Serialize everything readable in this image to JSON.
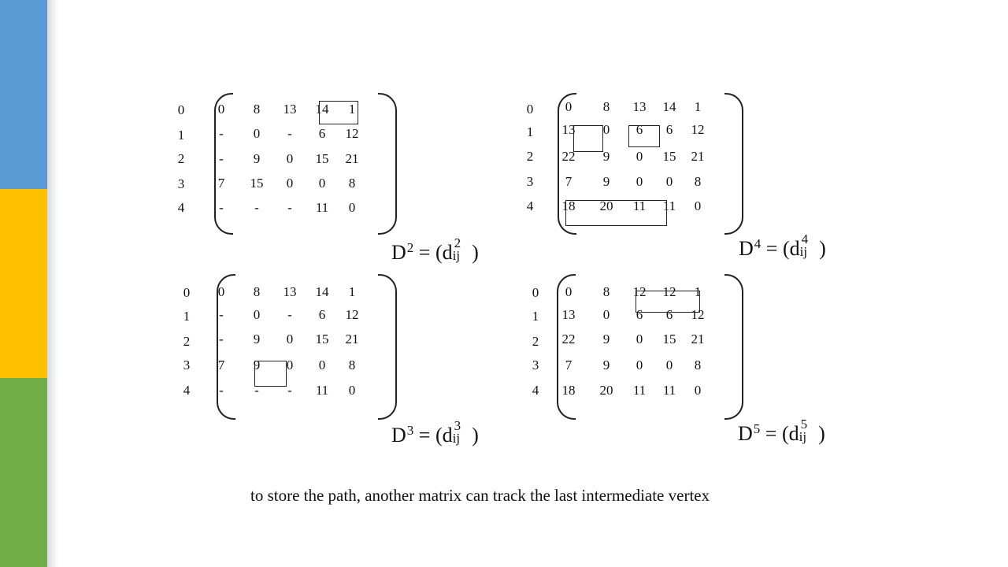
{
  "colors": {
    "stripe_blue": "#5b9bd5",
    "stripe_yellow": "#ffc000",
    "stripe_green": "#70ad47"
  },
  "matrices": [
    {
      "id": "D2",
      "row_labels": [
        "0",
        "1",
        "2",
        "3",
        "4"
      ],
      "rows": [
        [
          "0",
          "8",
          "13",
          "14",
          "1"
        ],
        [
          "-",
          "0",
          "-",
          "6",
          "12"
        ],
        [
          "-",
          "9",
          "0",
          "15",
          "21"
        ],
        [
          "7",
          "15",
          "0",
          "0",
          "8"
        ],
        [
          "-",
          "-",
          "-",
          "11",
          "0"
        ]
      ],
      "formula": {
        "base": "D",
        "power": "2",
        "lhs_suffix": " = (d",
        "k": "2",
        "sub": "ij",
        "close": " )"
      }
    },
    {
      "id": "D4",
      "row_labels": [
        "0",
        "1",
        "2",
        "3",
        "4"
      ],
      "rows": [
        [
          "0",
          "8",
          "13",
          "14",
          "1"
        ],
        [
          "13",
          "0",
          "6",
          "6",
          "12"
        ],
        [
          "22",
          "9",
          "0",
          "15",
          "21"
        ],
        [
          "7",
          "9",
          "0",
          "0",
          "8"
        ],
        [
          "18",
          "20",
          "11",
          "11",
          "0"
        ]
      ],
      "formula": {
        "base": "D",
        "power": "4",
        "lhs_suffix": " = (d",
        "k": "4",
        "sub": "ij",
        "close": " )"
      }
    },
    {
      "id": "D3",
      "row_labels": [
        "0",
        "1",
        "2",
        "3",
        "4"
      ],
      "rows": [
        [
          "0",
          "8",
          "13",
          "14",
          "1"
        ],
        [
          "-",
          "0",
          "-",
          "6",
          "12"
        ],
        [
          "-",
          "9",
          "0",
          "15",
          "21"
        ],
        [
          "7",
          "9",
          "0",
          "0",
          "8"
        ],
        [
          "-",
          "-",
          "-",
          "11",
          "0"
        ]
      ],
      "formula": {
        "base": "D",
        "power": "3",
        "lhs_suffix": " = (d",
        "k": "3",
        "sub": "ij",
        "close": " )"
      }
    },
    {
      "id": "D5",
      "row_labels": [
        "0",
        "1",
        "2",
        "3",
        "4"
      ],
      "rows": [
        [
          "0",
          "8",
          "12",
          "12",
          "1"
        ],
        [
          "13",
          "0",
          "6",
          "6",
          "12"
        ],
        [
          "22",
          "9",
          "0",
          "15",
          "21"
        ],
        [
          "7",
          "9",
          "0",
          "0",
          "8"
        ],
        [
          "18",
          "20",
          "11",
          "11",
          "0"
        ]
      ],
      "formula": {
        "base": "D",
        "power": "5",
        "lhs_suffix": " = (d",
        "k": "5",
        "sub": "ij",
        "close": " )"
      }
    }
  ],
  "caption": "to store the path, another matrix can track the last intermediate vertex"
}
